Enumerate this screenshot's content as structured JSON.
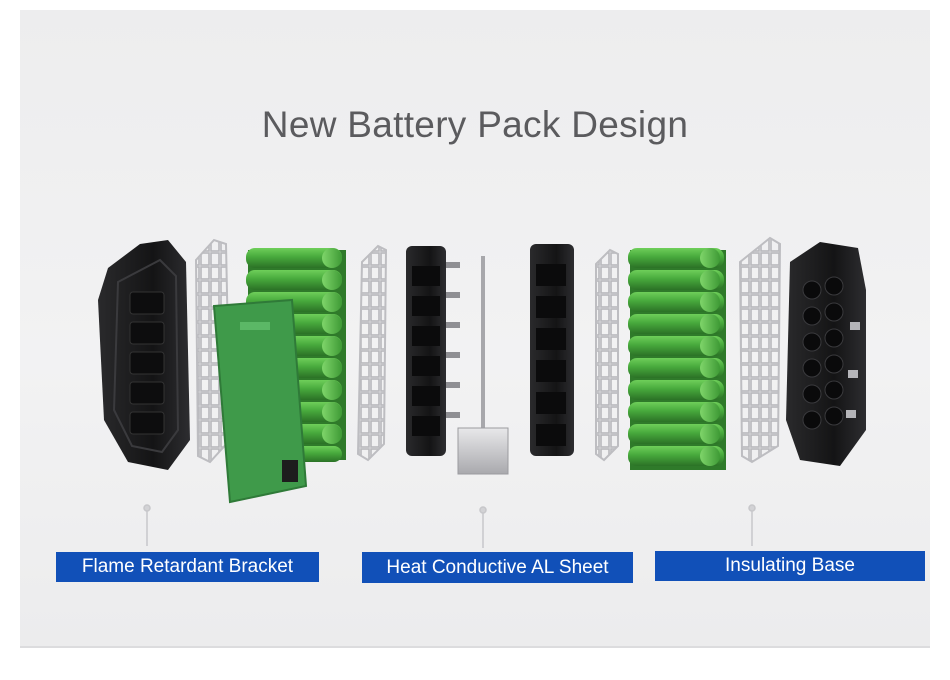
{
  "title": "New Battery Pack Design",
  "labels": {
    "flame": "Flame Retardant Bracket",
    "heat": "Heat Conductive AL Sheet",
    "insulating": "Insulating Base"
  },
  "colors": {
    "accent_blue": "#1150b8",
    "cell_green": "#4caa3f",
    "bracket_black": "#1c1c1e",
    "pcb_green": "#3f9a4a",
    "nickel": "#c9c9cc"
  }
}
